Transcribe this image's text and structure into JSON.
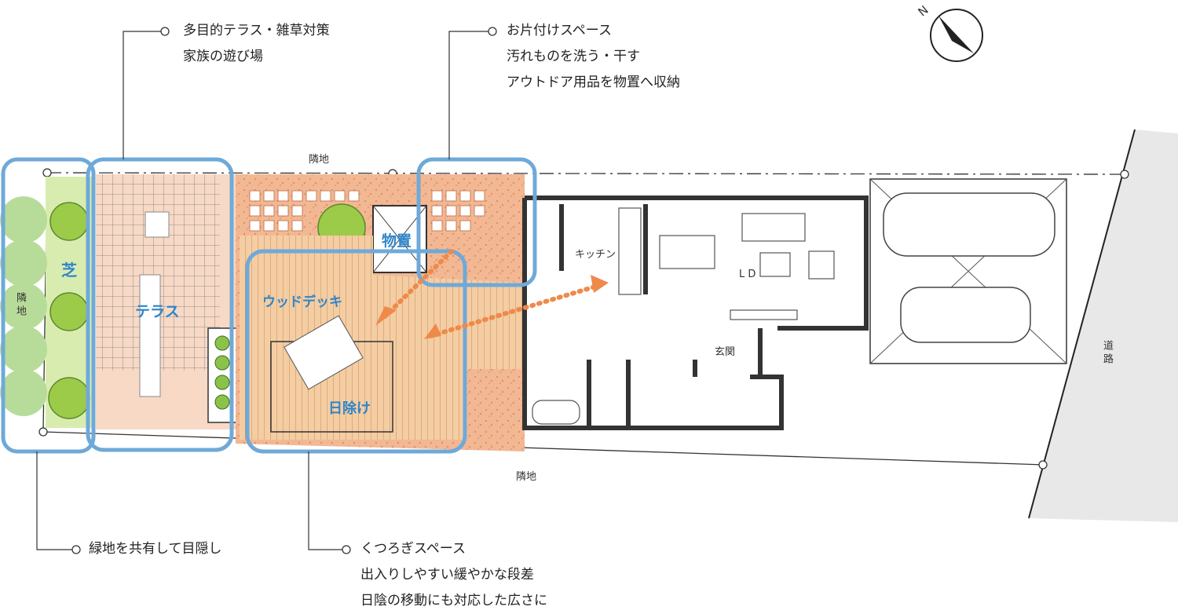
{
  "annotations": {
    "terrace": {
      "lines": [
        "多目的テラス・雑草対策",
        "家族の遊び場"
      ]
    },
    "storage": {
      "lines": [
        "お片付けスペース",
        "汚れものを洗う・干す",
        "アウトドア用品を物置へ収納"
      ]
    },
    "lawn": {
      "lines": [
        "緑地を共有して目隠し"
      ]
    },
    "deck": {
      "lines": [
        "くつろぎスペース",
        "出入りしやすい緩やかな段差",
        "日陰の移動にも対応した広さに"
      ]
    }
  },
  "zones": {
    "lawn": "芝",
    "terrace": "テラス",
    "shed": "物置",
    "wood_deck": "ウッドデッキ",
    "sunshade": "日除け"
  },
  "site_labels": {
    "neighbor_top": "隣地",
    "neighbor_bottom": "隣地",
    "neighbor_left": "隣地",
    "road": "道路"
  },
  "rooms": {
    "kitchen": "キッチン",
    "living_dining": "L D",
    "entrance": "玄関"
  },
  "compass": {
    "label": "N"
  },
  "colors": {
    "zone_outline": "#6fa9d8",
    "zone_text": "#2f86c9",
    "deck": "#f3c9a0",
    "gravel": "#f0b48f",
    "lawn": "#d9ecb0",
    "arrow": "#ee8a4a",
    "wall": "#333333"
  }
}
